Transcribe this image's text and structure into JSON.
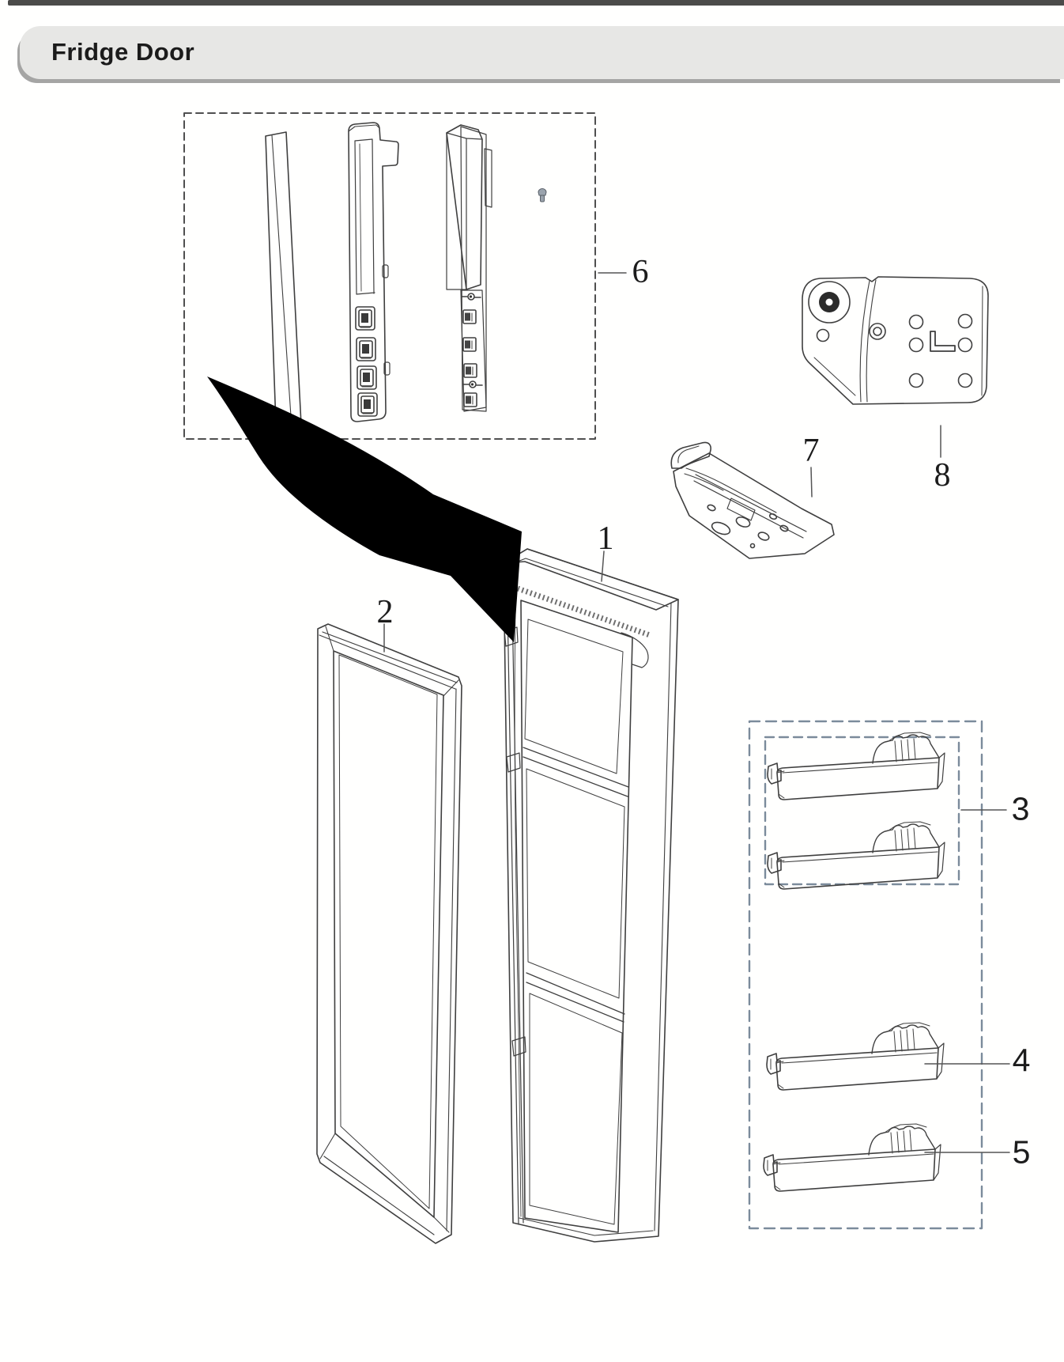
{
  "header": {
    "title": "Fridge Door"
  },
  "diagram": {
    "callouts": {
      "door_panel": "1",
      "door_gasket": "2",
      "upper_door_bins": "3",
      "middle_door_bin": "4",
      "lower_door_bin": "5",
      "handle_trim_assembly": "6",
      "door_hinge_bracket": "7",
      "hinge_cover_plate": "8"
    },
    "colors": {
      "line_art": "#3f3f3f",
      "group_box_dash": "#4f4f4f",
      "bin_box_dash": "#7b8b9b",
      "header_bg": "#e7e7e5",
      "top_bar": "#4b4b4a",
      "arrow_fill": "#000000"
    }
  }
}
